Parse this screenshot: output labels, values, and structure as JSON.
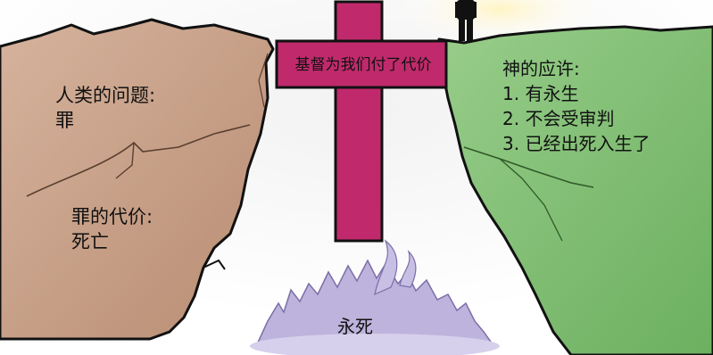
{
  "left_cliff": {
    "problem_title": "人类的问题:",
    "problem_value": "罪",
    "cost_title": "罪的代价:",
    "cost_value": "死亡"
  },
  "cross": {
    "label": "基督为我们付了代价"
  },
  "right_cliff": {
    "promise_title": "神的应许:",
    "promises": [
      "1. 有永生",
      "2. 不会受审判",
      "3. 已经出死入生了"
    ]
  },
  "pit": {
    "label": "永死"
  },
  "colors": {
    "rock": "#c79f86",
    "grass": "#86c27a",
    "cross": "#c02a6c",
    "fire": "#bdb3dc",
    "outline": "#111111"
  }
}
